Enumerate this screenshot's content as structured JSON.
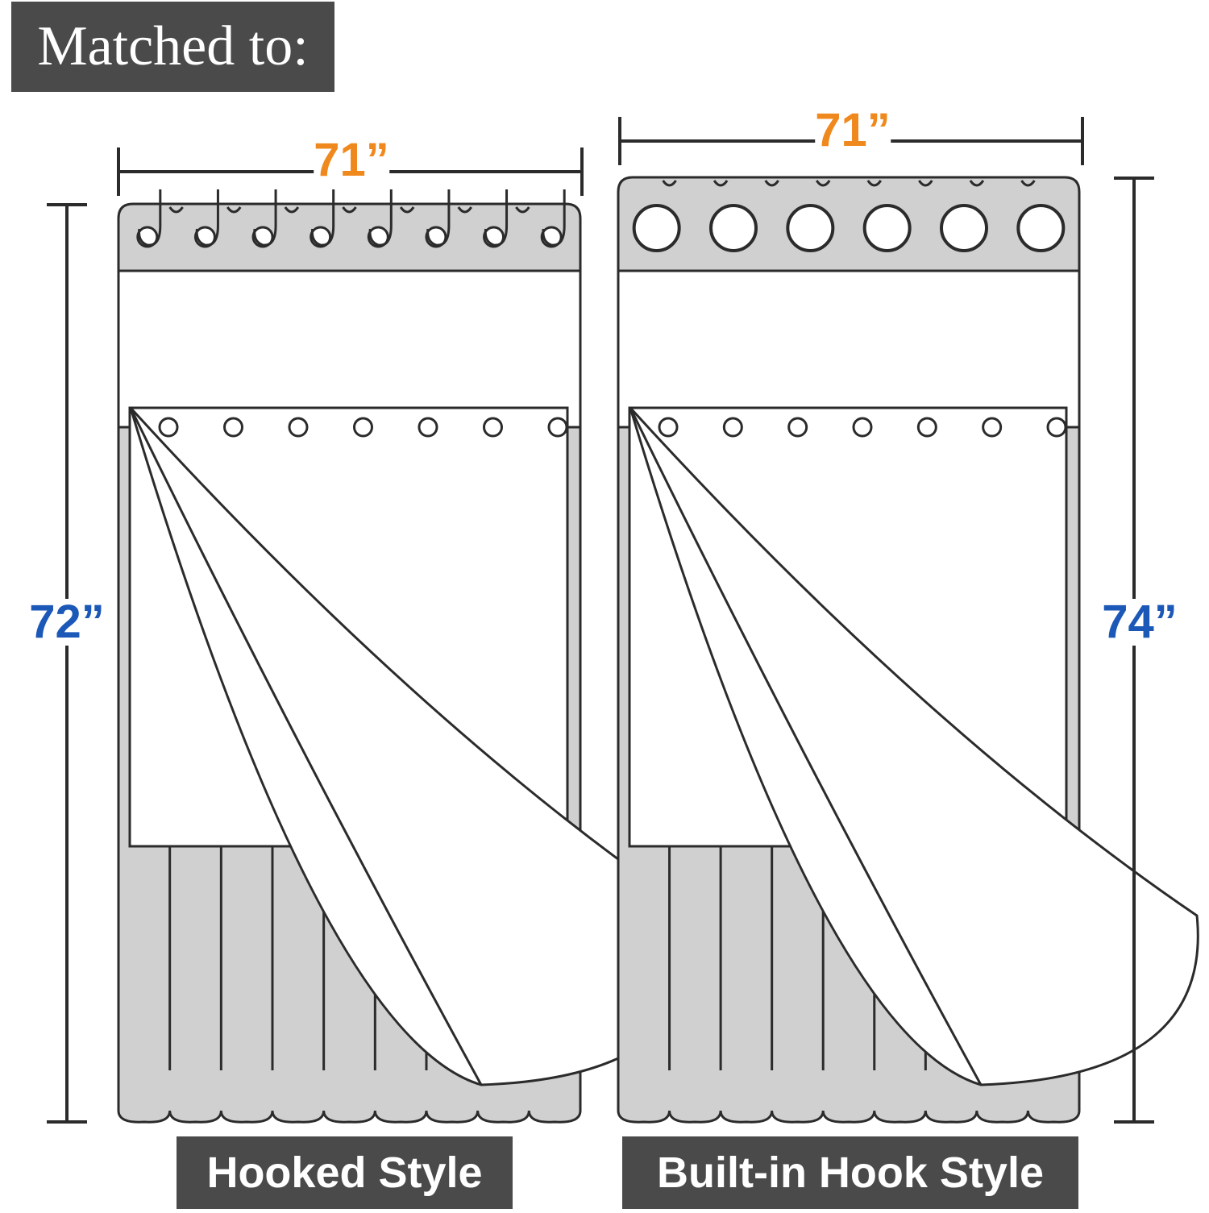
{
  "title": "Matched to:",
  "colors": {
    "banner": "#4a4a4a",
    "curtain_fill": "#d0d0d0",
    "outline": "#2b2b2b",
    "width_text": "#f0891d",
    "height_text": "#1c58b7"
  },
  "panels": [
    {
      "style_label": "Hooked Style",
      "width_label": "71”",
      "height_label": "72”",
      "top_openings": 8,
      "opening_type": "hook",
      "liner_grommets": 7
    },
    {
      "style_label": "Built-in Hook Style",
      "width_label": "71”",
      "height_label": "74”",
      "top_openings": 6,
      "opening_type": "grommet",
      "liner_grommets": 7
    }
  ]
}
